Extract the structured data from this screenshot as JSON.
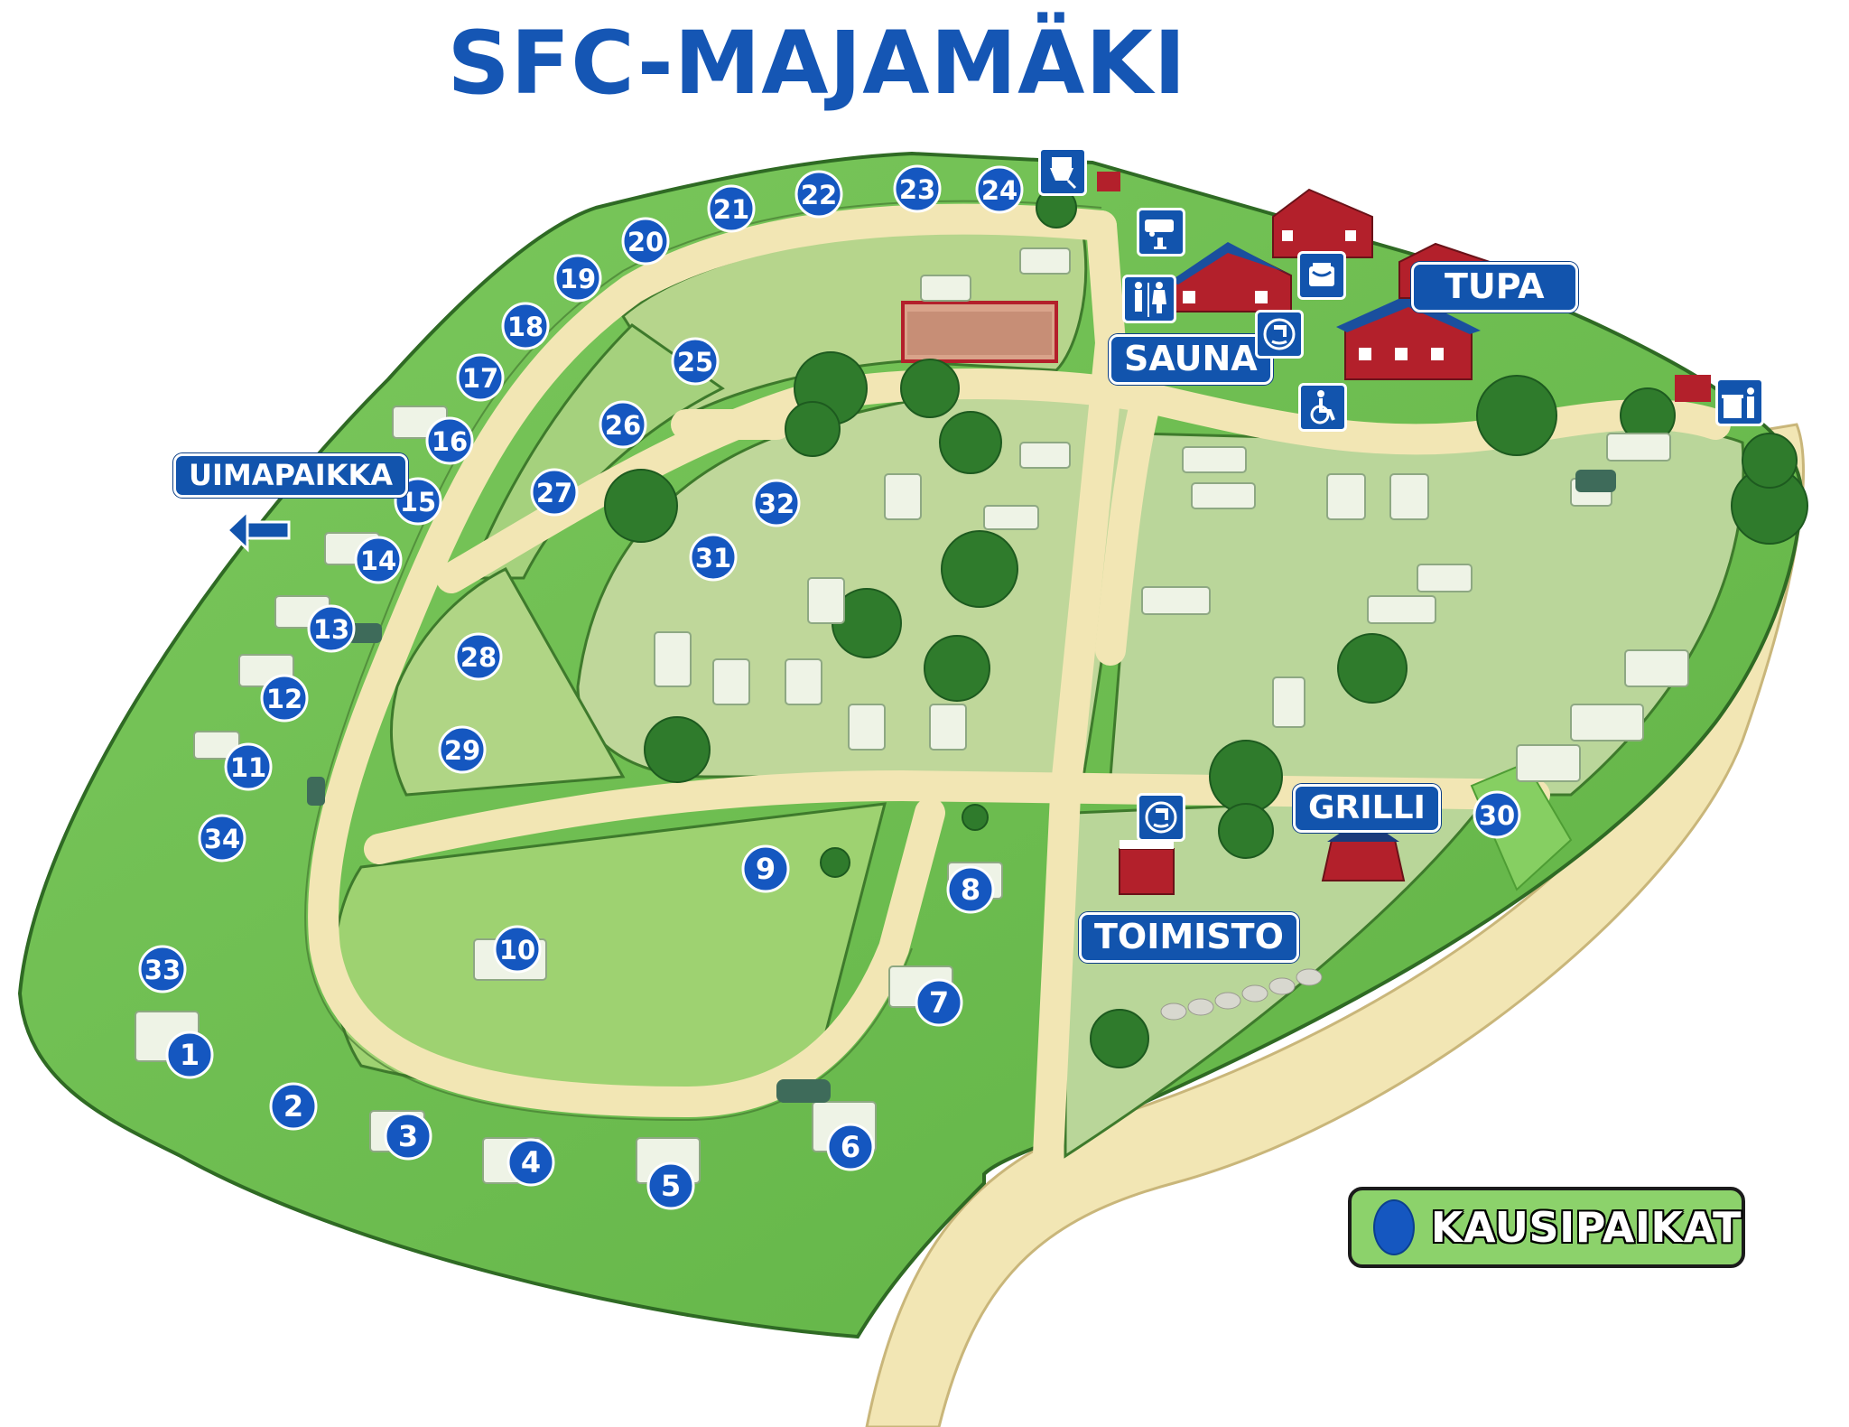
{
  "title": "SFC-MAJAMÄKI",
  "labels": {
    "uimapaikka": "UIMAPAIKKA",
    "sauna": "SAUNA",
    "tupa": "TUPA",
    "grilli": "GRILLI",
    "toimisto": "TOIMISTO"
  },
  "legend": {
    "text": "KAUSIPAIKAT"
  },
  "sites": [
    "1",
    "2",
    "3",
    "4",
    "5",
    "6",
    "7",
    "8",
    "9",
    "10",
    "11",
    "12",
    "13",
    "14",
    "15",
    "16",
    "17",
    "18",
    "19",
    "20",
    "21",
    "22",
    "23",
    "24",
    "25",
    "26",
    "27",
    "28",
    "29",
    "30",
    "31",
    "32",
    "33",
    "34"
  ],
  "icons": [
    "toilet-waste-icon",
    "caravan-service-icon",
    "restrooms-icon",
    "laundry-icon",
    "drinking-water-icon",
    "accessible-icon",
    "waste-sorting-icon"
  ],
  "colors": {
    "title": "#1556b4",
    "marker": "#1557c0",
    "grass": "#8ecf6a",
    "road": "#f2e6b4",
    "red_building": "#b3202b"
  }
}
